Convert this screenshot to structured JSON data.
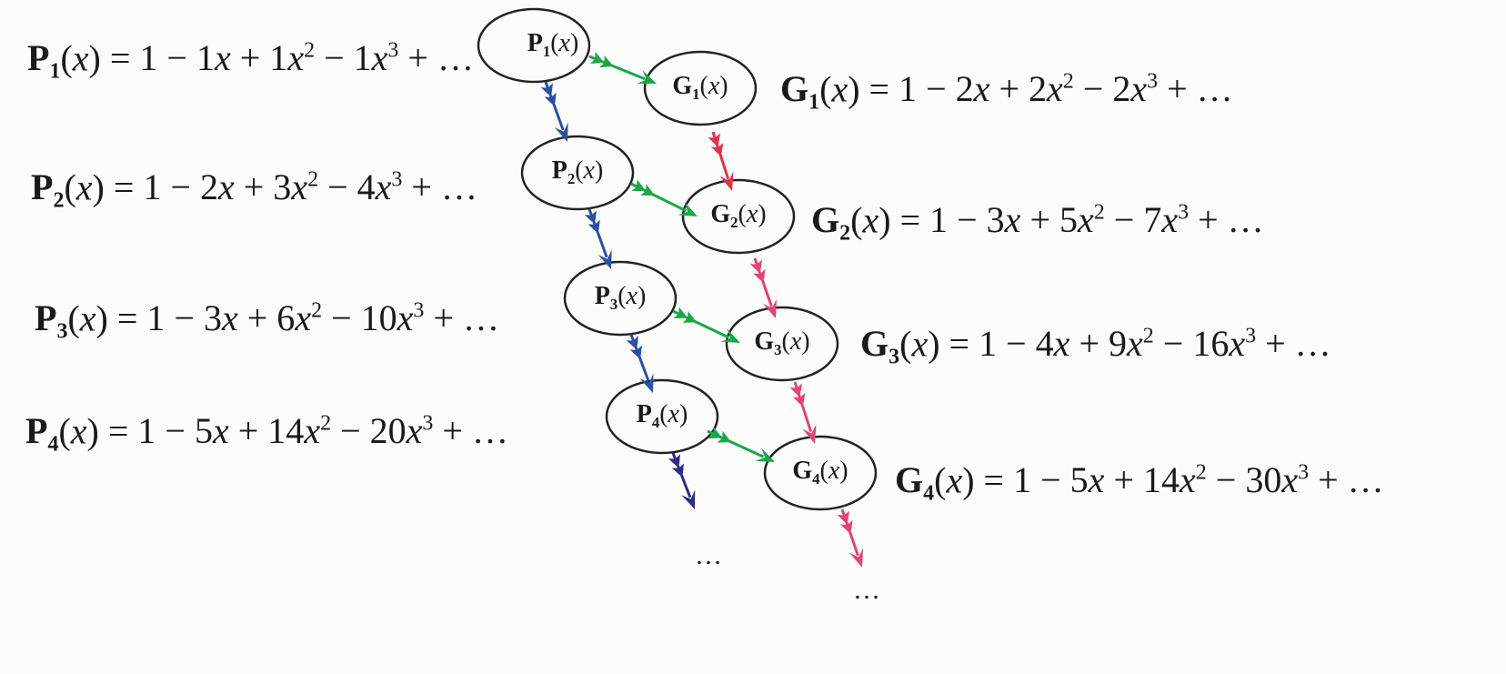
{
  "nodes": [
    {
      "id": "P1",
      "letter": "P",
      "index": "1",
      "arg": "(x)"
    },
    {
      "id": "G1",
      "letter": "G",
      "index": "1",
      "arg": "(x)"
    },
    {
      "id": "P2",
      "letter": "P",
      "index": "2",
      "arg": "(x)"
    },
    {
      "id": "G2",
      "letter": "G",
      "index": "2",
      "arg": "(x)"
    },
    {
      "id": "P3",
      "letter": "P",
      "index": "3",
      "arg": "(x)"
    },
    {
      "id": "G3",
      "letter": "G",
      "index": "3",
      "arg": "(x)"
    },
    {
      "id": "P4",
      "letter": "P",
      "index": "4",
      "arg": "(x)"
    },
    {
      "id": "G4",
      "letter": "G",
      "index": "4",
      "arg": "(x)"
    }
  ],
  "equations": [
    {
      "id": "P1",
      "letter": "P",
      "index": "1",
      "terms": [
        [
          "1 − 1x + 1x",
          "2"
        ],
        [
          " − 1x",
          "3"
        ],
        [
          " + …",
          ""
        ]
      ]
    },
    {
      "id": "G1",
      "letter": "G",
      "index": "1",
      "terms": [
        [
          "1 − 2x + 2x",
          "2"
        ],
        [
          " − 2x",
          "3"
        ],
        [
          " + …",
          ""
        ]
      ]
    },
    {
      "id": "P2",
      "letter": "P",
      "index": "2",
      "terms": [
        [
          "1 − 2x + 3x",
          "2"
        ],
        [
          " − 4x",
          "3"
        ],
        [
          " + …",
          ""
        ]
      ]
    },
    {
      "id": "G2",
      "letter": "G",
      "index": "2",
      "terms": [
        [
          "1 − 3x + 5x",
          "2"
        ],
        [
          " − 7x",
          "3"
        ],
        [
          " + …",
          ""
        ]
      ]
    },
    {
      "id": "P3",
      "letter": "P",
      "index": "3",
      "terms": [
        [
          "1 − 3x + 6x",
          "2"
        ],
        [
          " − 10x",
          "3"
        ],
        [
          " + …",
          ""
        ]
      ]
    },
    {
      "id": "G3",
      "letter": "G",
      "index": "3",
      "terms": [
        [
          "1 − 4x + 9x",
          "2"
        ],
        [
          " − 16x",
          "3"
        ],
        [
          " + …",
          ""
        ]
      ]
    },
    {
      "id": "P4",
      "letter": "P",
      "index": "4",
      "terms": [
        [
          "1 − 5x + 14x",
          "2"
        ],
        [
          " − 20x",
          "3"
        ],
        [
          " + …",
          ""
        ]
      ]
    },
    {
      "id": "G4",
      "letter": "G",
      "index": "4",
      "terms": [
        [
          "1 − 5x + 14x",
          "2"
        ],
        [
          " − 30x",
          "3"
        ],
        [
          " + …",
          ""
        ]
      ]
    }
  ],
  "continuation": {
    "left_dots": "…",
    "right_dots": "…"
  },
  "colors": {
    "blue_arrow": "#2c4fa3",
    "green_arrow": "#1aa64a",
    "red_arrow": "#e0334a",
    "pink_arrow": "#e0447a",
    "dark_blue_arrow": "#2e2a8a",
    "ellipse_stroke": "#222222"
  }
}
